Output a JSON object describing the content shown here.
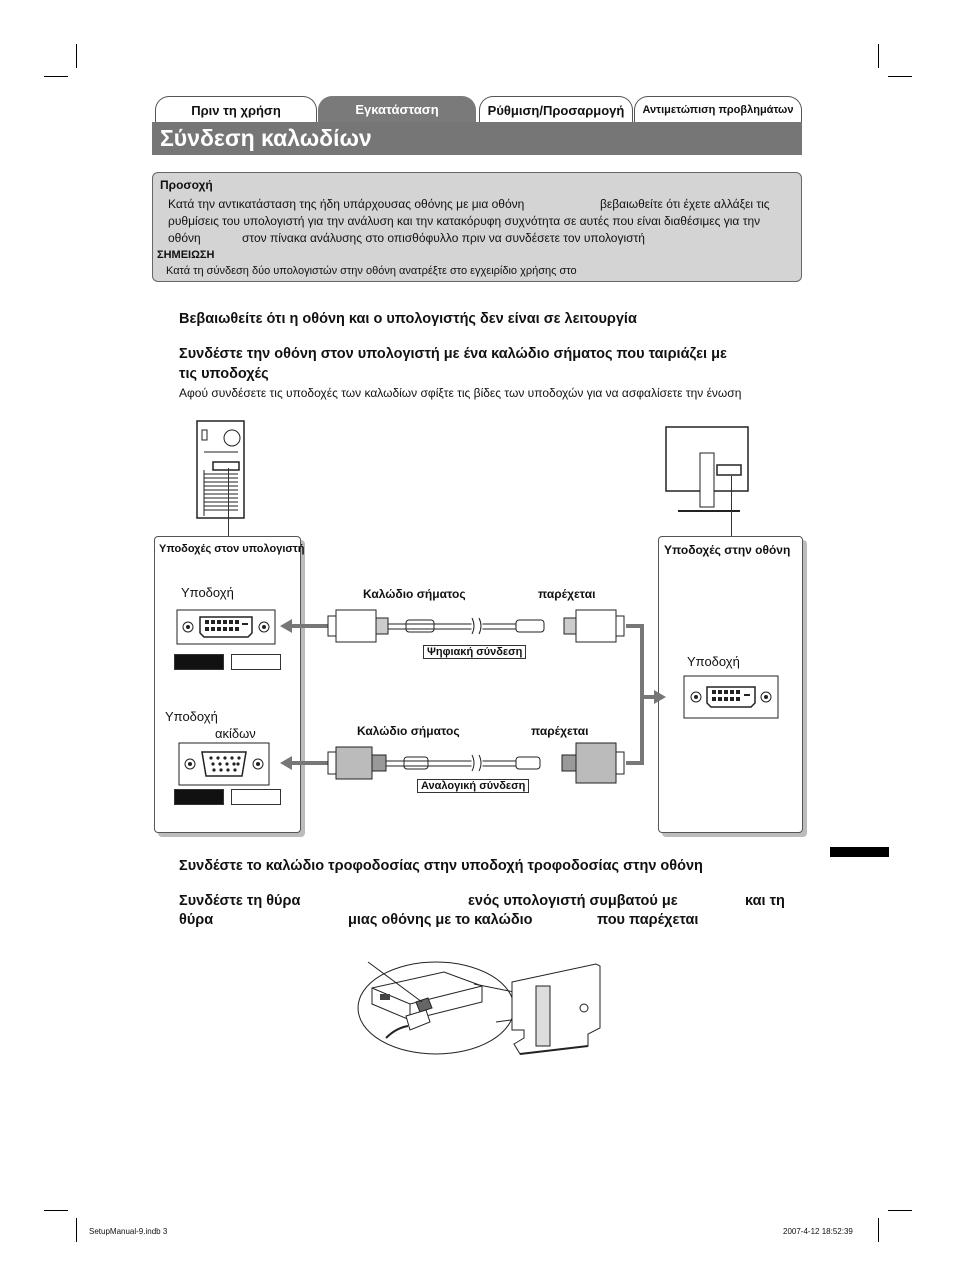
{
  "tabs": [
    {
      "label": "Πριν τη χρήση"
    },
    {
      "label": "Εγκατάσταση"
    },
    {
      "label": "Ρύθμιση/Προσαρμογή"
    },
    {
      "label": "Αντιμετώπιση προβλημάτων"
    }
  ],
  "page_title": "Σύνδεση καλωδίων",
  "caution": {
    "heading": "Προσοχή",
    "line1": "Κατά την αντικατάσταση της ήδη υπάρχουσας οθόνης με μια οθόνη",
    "line1b": "βεβαιωθείτε ότι έχετε αλλάξει τις",
    "line2": "ρυθμίσεις του υπολογιστή για την ανάλυση και την κατακόρυφη συχνότητα σε αυτές που είναι διαθέσιμες για την",
    "line3a": "οθόνη",
    "line3b": "στον πίνακα ανάλυσης  στο οπισθόφυλλο  πριν να συνδέσετε τον υπολογιστή",
    "note_heading": "ΣΗΜΕΙΩΣΗ",
    "note_text": "Κατά τη σύνδεση δύο υπολογιστών στην οθόνη  ανατρέξτε στο εγχειρίδιο χρήσης στο"
  },
  "steps": {
    "s1": "Βεβαιωθείτε ότι η οθόνη και ο υπολογιστής δεν είναι σε λειτουργία",
    "s2_line1": "Συνδέστε την οθόνη στον υπολογιστή με ένα καλώδιο σήματος που ταιριάζει με",
    "s2_line2": "τις υποδοχές",
    "s2_sub": "Αφού συνδέσετε τις υποδοχές των καλωδίων  σφίξτε τις βίδες των υποδοχών για να ασφαλίσετε την ένωση",
    "s3": "Συνδέστε το καλώδιο τροφοδοσίας στην υποδοχή τροφοδοσίας στην οθόνη",
    "s4_a": "Συνδέστε τη θύρα",
    "s4_b": "ενός υπολογιστή συμβατού με",
    "s4_c": "και τη",
    "s4_d": "θύρα",
    "s4_e": "μιας οθόνης με το καλώδιο",
    "s4_f": "που παρέχεται"
  },
  "diagram": {
    "pc_connectors_title": "Υποδοχές στον υπολογιστή",
    "monitor_connectors_title": "Υποδοχές στην οθόνη",
    "pc_socket_dvi": "Υποδοχή",
    "pc_socket_dsub": "Υποδοχή",
    "pc_socket_dsub_pins": "ακίδων",
    "monitor_socket": "Υποδοχή",
    "cable1_label": "Καλώδιο σήματος",
    "cable1_supplied": "παρέχεται",
    "cable1_type": "Ψηφιακή σύνδεση",
    "cable2_label": "Καλώδιο σήματος",
    "cable2_supplied": "παρέχεται",
    "cable2_type": "Αναλογική σύνδεση"
  },
  "footer": {
    "file": "SetupManual-9.indb   3",
    "date": "2007-4-12   18:52:39"
  }
}
